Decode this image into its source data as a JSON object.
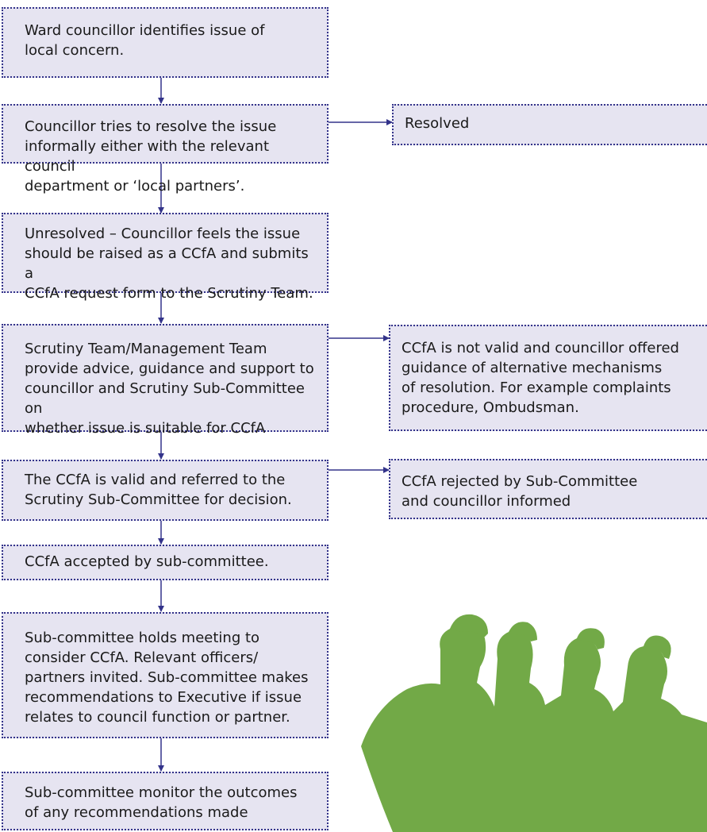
{
  "steps": [
    {
      "id": "identify",
      "lines": [
        "Ward councillor identifies issue of",
        "local concern."
      ]
    },
    {
      "id": "resolve",
      "lines": [
        "Councillor tries to resolve the issue",
        "informally either with the relevant council",
        "department or ‘local partners’."
      ]
    },
    {
      "id": "unresolved",
      "lines": [
        "Unresolved – Councillor feels the issue",
        "should be raised as a CCfA and submits a",
        "CCfA request form to the Scrutiny Team."
      ]
    },
    {
      "id": "advice",
      "lines": [
        "Scrutiny Team/Management Team",
        "provide advice, guidance and support to",
        "councillor and Scrutiny Sub-Committee on",
        "whether issue is suitable for CCfA"
      ]
    },
    {
      "id": "valid",
      "lines": [
        "The CCfA is valid and referred to the",
        "Scrutiny Sub-Committee for decision."
      ]
    },
    {
      "id": "accepted",
      "lines": [
        "CCfA accepted by sub-committee."
      ]
    },
    {
      "id": "meeting",
      "lines": [
        "Sub-committee holds meeting to",
        "consider CCfA. Relevant officers/",
        "partners invited. Sub-committee makes",
        "recommendations to Executive if issue",
        "relates to council function or partner."
      ]
    },
    {
      "id": "monitor",
      "lines": [
        "Sub-committee monitor the outcomes",
        "of any recommendations made"
      ]
    }
  ],
  "outcomes": [
    {
      "id": "resolved",
      "lines": [
        "Resolved"
      ]
    },
    {
      "id": "not-valid",
      "lines": [
        "CCfA is not valid and councillor offered",
        "guidance of alternative mechanisms",
        "of resolution. For example complaints",
        "procedure, Ombudsman."
      ]
    },
    {
      "id": "rejected",
      "lines": [
        "CCfA rejected by Sub-Committee",
        "and councillor informed"
      ]
    }
  ],
  "colors": {
    "box_fill": "#e6e4f1",
    "border": "#33338a",
    "arrow": "#33338a",
    "silhouette": "#72a947"
  }
}
